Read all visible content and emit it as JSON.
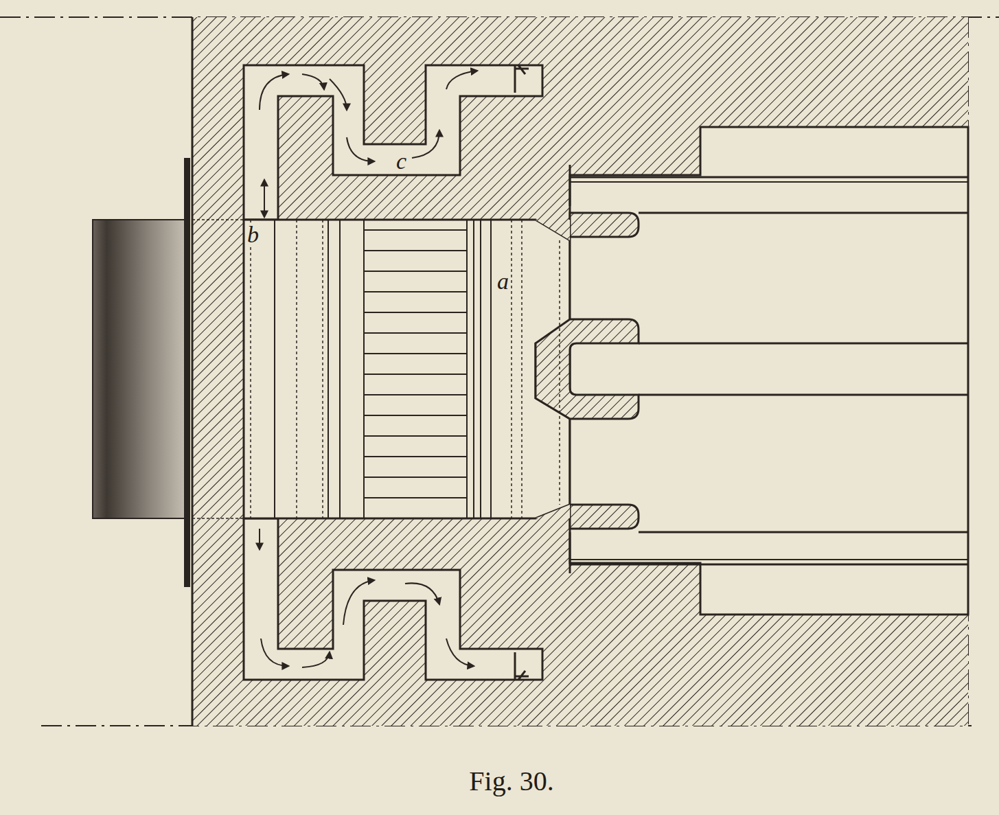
{
  "diagram": {
    "caption": "Fig. 30.",
    "labels": [
      "c",
      "b",
      "a"
    ]
  }
}
